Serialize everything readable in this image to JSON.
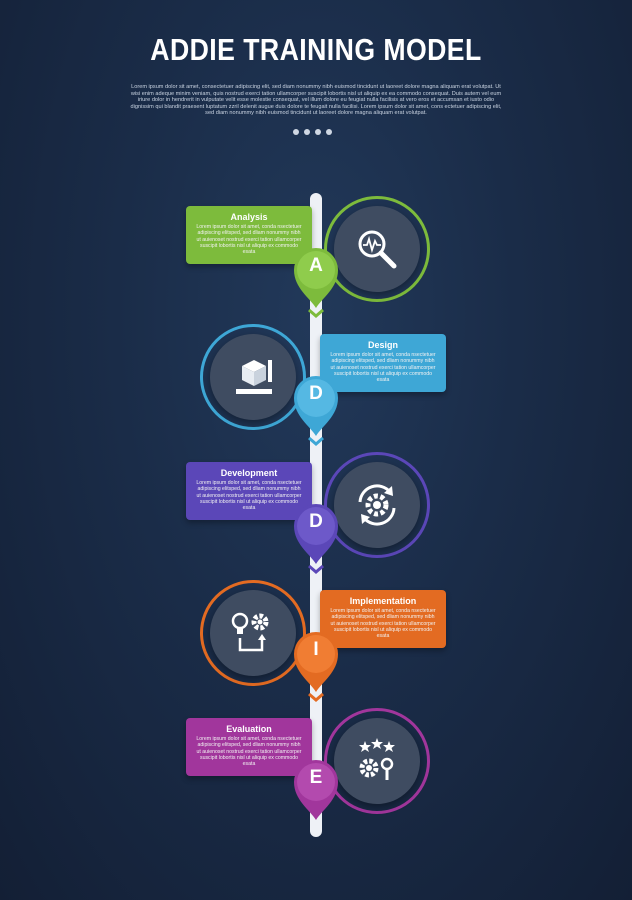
{
  "title": "ADDIE TRAINING MODEL",
  "intro": "Lorem ipsum dolor sit amet, consectetuer adipiscing elit, sed diam nonummy nibh euismod tincidunt ut laoreet dolore magna aliquam erat volutpat. Ut wisi enim adeque minim veniam, quis nostrud exerci tation ullamcorper suscipit lobortis nisl ut aliquip ex ea commodo consequat. Duis autem vel eum iriure dolor in hendrerit in vulputate velit esse molestie consequat, vel illum dolore eu feugiat nulla facilisis at vero eros et accumsan et iusto odio dignissim qui blandit praesent luptatum zzril delenit augue duis dolore te feugait nulla facilisi. Lorem ipsum dolor sit amet, cons ectetuer adipiscing elit, sed diam nonummy nibh euismod tincidunt ut laoreet dolore magna aliquam erat volutpat.",
  "stages": [
    {
      "letter": "A",
      "label": "Analysis",
      "text": "Lorem ipsum dolor sit amet, conda nsectetuer adipiscing elitsped, sed dliam nonummy nibh ut auienoset nostrud exerci tation ullamcorper suscipit lobortis nisl ut aliquip ex commodo esata",
      "color": "#7dbb3c",
      "icon": "search-analytics-icon"
    },
    {
      "letter": "D",
      "label": "Design",
      "text": "Lorem ipsum dolor sit amet, conda nsectetuer adipiscing elitsped, sed dliam nonummy nibh ut auienoset nostrud exerci tation ullamcorper suscipit lobortis nisl ut aliquip ex commodo esata",
      "color": "#3ea7d6",
      "icon": "box-design-icon"
    },
    {
      "letter": "D",
      "label": "Development",
      "text": "Lorem ipsum dolor sit amet, conda nsectetuer adipiscing elitsped, sed dliam nonummy nibh ut auienoset nostrud exerci tation ullamcorper suscipit lobortis nisl ut aliquip ex commodo esata",
      "color": "#5b47b8",
      "icon": "gear-cycle-icon"
    },
    {
      "letter": "I",
      "label": "Implementation",
      "text": "Lorem ipsum dolor sit amet, conda nsectetuer adipiscing elitsped, sed dliam nonummy nibh ut auienoset nostrud exerci tation ullamcorper suscipit lobortis nisl ut aliquip ex commodo esata",
      "color": "#e36b22",
      "icon": "idea-gear-icon"
    },
    {
      "letter": "E",
      "label": "Evaluation",
      "text": "Lorem ipsum dolor sit amet, conda nsectetuer adipiscing elitsped, sed dliam nonummy nibh ut auienoset nostrud exerci tation ullamcorper suscipit lobortis nisl ut aliquip ex commodo esata",
      "color": "#a1369c",
      "icon": "stars-gear-icon"
    }
  ]
}
